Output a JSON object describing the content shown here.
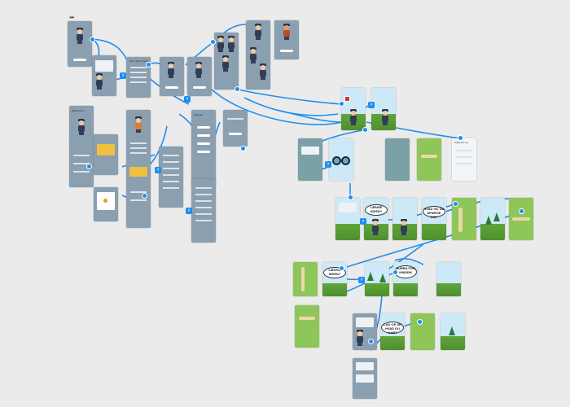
{
  "canvas": {
    "background": "#ebebeb"
  },
  "colors": {
    "link": "#1e8ef0",
    "app_screen": "#8a9fb0",
    "grass": "#5fa53a",
    "sky": "#cde9f7",
    "map": "#8ec65a"
  },
  "frame_menu_icon": "more-dots-icon",
  "frame_menu_glyph": "•••",
  "connector_glyph": "›",
  "bubbles": {
    "b1": "LÆNGE SIDEN?",
    "b2": "HVAD VIL DU SPØRGE OM?",
    "b3": "LÆNGE SIDEN?",
    "b4": "HURRA FOR VINDEN!",
    "b5": "LAD OS SE HVAD DU HAR?"
  },
  "screens": {
    "s1": "Velkommen",
    "s2": "Kompas",
    "s3": "Hvor skal vi hen?",
    "s4": "Vælg din vej"
  }
}
